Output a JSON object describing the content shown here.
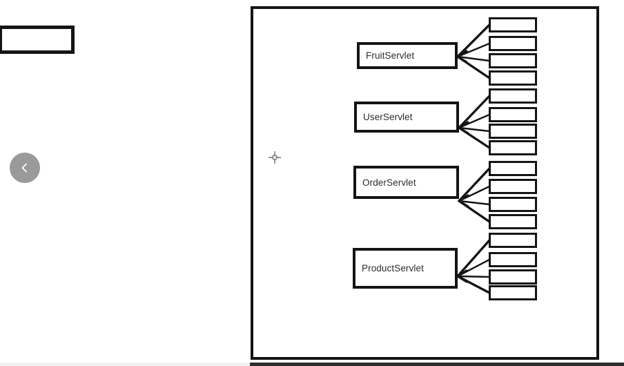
{
  "page": {
    "background": "#ffffff",
    "line_color": "#141414"
  },
  "nav": {
    "back_button": {
      "icon": "chevron-left"
    }
  },
  "diagram": {
    "servlets": [
      {
        "label": "FruitServlet",
        "handler_count": 4
      },
      {
        "label": "UserServlet",
        "handler_count": 4
      },
      {
        "label": "OrderServlet",
        "handler_count": 4
      },
      {
        "label": "ProductServlet",
        "handler_count": 4
      }
    ],
    "handler_boxes_total": 16,
    "handler_boxes_text": ""
  },
  "player": {
    "progress_color": "#2e2e2e"
  }
}
